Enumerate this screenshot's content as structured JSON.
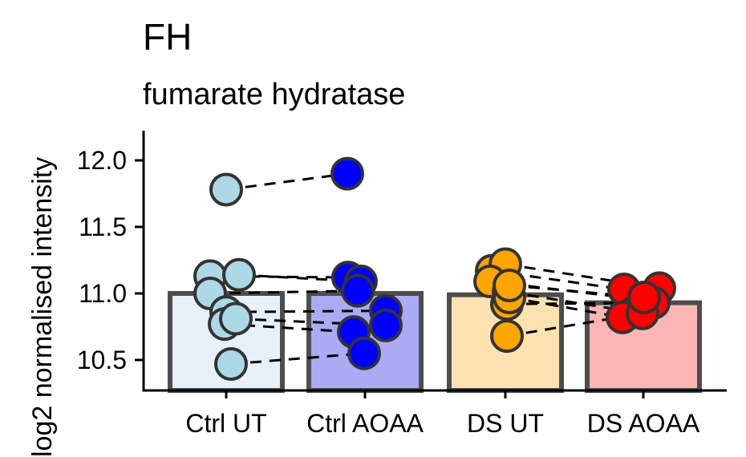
{
  "chart_data": {
    "type": "bar",
    "title": "FH",
    "subtitle": "fumarate hydratase",
    "xlabel": "",
    "ylabel": "log2 normalised intensity",
    "ylim": [
      10.3,
      12.2
    ],
    "yticks": [
      "10.5",
      "11.0",
      "11.5",
      "12.0"
    ],
    "grid": false,
    "categories": [
      "Ctrl UT",
      "Ctrl AOAA",
      "DS UT",
      "DS AOAA"
    ],
    "bar_values": [
      11.0,
      11.0,
      10.99,
      10.93
    ],
    "bar_colors": [
      "#e6f0f8",
      "#aaaaf5",
      "#fde2b1",
      "#fcb5b5"
    ],
    "point_colors": [
      "#add8e6",
      "#0000ff",
      "#ffa500",
      "#ff0000"
    ],
    "series": [
      {
        "values": [
          11.78,
          11.13,
          11.14,
          11.0,
          10.86,
          10.77,
          10.81,
          10.47
        ]
      },
      {
        "values": [
          11.9,
          11.12,
          11.09,
          11.02,
          10.87,
          10.71,
          10.76,
          10.55
        ]
      },
      {
        "values": [
          11.17,
          11.22,
          11.09,
          11.01,
          10.92,
          10.97,
          10.68,
          11.06
        ]
      },
      {
        "values": [
          11.03,
          11.04,
          10.95,
          10.86,
          10.93,
          10.82,
          10.85,
          10.97
        ]
      }
    ],
    "pairs": [
      [
        0,
        1
      ],
      [
        2,
        3
      ]
    ]
  }
}
